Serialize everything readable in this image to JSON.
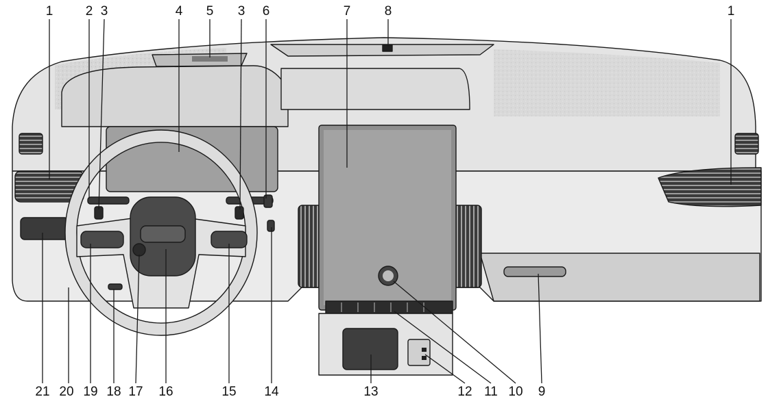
{
  "colors": {
    "ink": "#1a1a1a",
    "dash": "#dcdcdc",
    "dash_light": "#ececec",
    "dash_mid": "#c9c9c9",
    "dash_dark": "#8a8a8a",
    "screen": "#9a9a9a",
    "black": "#202020"
  },
  "callouts_top": [
    {
      "label": "1",
      "ref": "left-air-vent"
    },
    {
      "label": "2",
      "ref": "turn-signal-lever"
    },
    {
      "label": "3",
      "ref": "left-paddle-shifter"
    },
    {
      "label": "4",
      "ref": "instrument-cluster"
    },
    {
      "label": "5",
      "ref": "head-up-display"
    },
    {
      "label": "3",
      "ref": "right-paddle-shifter"
    },
    {
      "label": "6",
      "ref": "wiper-lever"
    },
    {
      "label": "7",
      "ref": "infotainment-display"
    },
    {
      "label": "8",
      "ref": "light-sensor"
    },
    {
      "label": "1",
      "ref": "right-air-vent"
    }
  ],
  "callouts_bottom": [
    {
      "label": "21",
      "ref": "exterior-lamp-controls"
    },
    {
      "label": "20",
      "ref": "hood-release"
    },
    {
      "label": "19",
      "ref": "left-steering-wheel-controls"
    },
    {
      "label": "18",
      "ref": "steering-column-adjust"
    },
    {
      "label": "17",
      "ref": "horn"
    },
    {
      "label": "16",
      "ref": "driver-airbag"
    },
    {
      "label": "15",
      "ref": "right-steering-wheel-controls"
    },
    {
      "label": "14",
      "ref": "electronic-precision-shift"
    },
    {
      "label": "13",
      "ref": "storage-tray"
    },
    {
      "label": "12",
      "ref": "usb-ports"
    },
    {
      "label": "11",
      "ref": "climate-controls"
    },
    {
      "label": "10",
      "ref": "volume-knob"
    },
    {
      "label": "9",
      "ref": "glove-box"
    }
  ]
}
